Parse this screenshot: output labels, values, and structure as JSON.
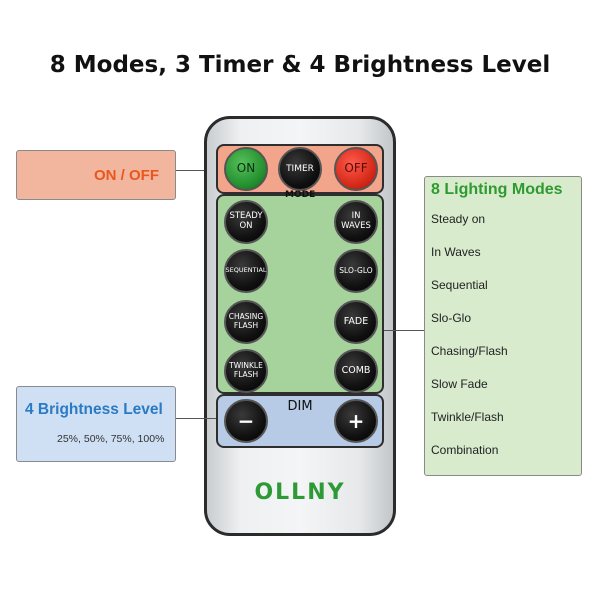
{
  "title": "8 Modes, 3 Timer & 4 Brightness Level",
  "remote": {
    "top_buttons": {
      "on": "ON",
      "timer": "TIMER",
      "off": "OFF"
    },
    "mode_label": "MODE",
    "mode_buttons": {
      "steady_on": "STEADY ON",
      "in_waves": "IN WAVES",
      "sequential": "SEQUENTIAL",
      "slo_glo": "SLO-GLO",
      "chasing_flash": "CHASING FLASH",
      "fade": "FADE",
      "twinkle_flash": "TWINKLE FLASH",
      "comb": "COMB"
    },
    "dim_label": "DIM",
    "dim_minus": "−",
    "dim_plus": "+",
    "brand": "OLLNY",
    "colors": {
      "on": "#1f8b2a",
      "off": "#d02414",
      "brand": "#2e9a36"
    }
  },
  "callouts": {
    "on_off": "ON / OFF",
    "lighting_modes": {
      "heading": "8 Lighting Modes",
      "items": [
        "Steady on",
        "In Waves",
        "Sequential",
        "Slo-Glo",
        "Chasing/Flash",
        "Slow Fade",
        "Twinkle/Flash",
        "Combination"
      ]
    },
    "brightness": {
      "heading": "4 Brightness Level",
      "levels": "25%, 50%, 75%, 100%"
    }
  }
}
